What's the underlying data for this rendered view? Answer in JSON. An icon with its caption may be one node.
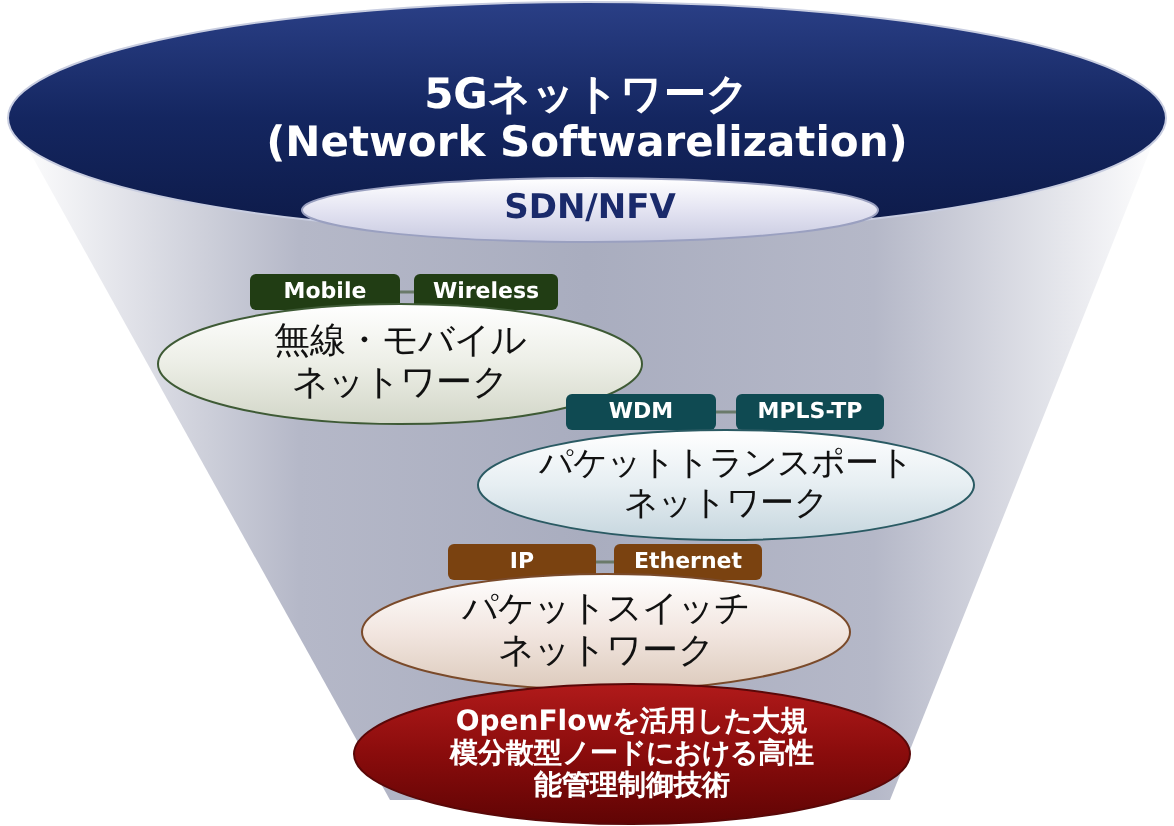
{
  "diagram": {
    "nodes": [
      {
        "text": [
          "5Gネットワーク",
          "(Network Softwarelization)"
        ]
      },
      {
        "text": [
          "SDN/NFV"
        ]
      },
      {
        "text": [
          "Mobile"
        ]
      },
      {
        "text": [
          "Wireless"
        ]
      },
      {
        "text": [
          "無線・モバイルネットワーク"
        ]
      },
      {
        "text": [
          "WDM"
        ]
      },
      {
        "text": [
          "MPLS-TP"
        ]
      },
      {
        "text": [
          "パケットトランスポートネットワーク"
        ]
      },
      {
        "text": [
          "IP"
        ]
      },
      {
        "text": [
          "Ethernet"
        ]
      },
      {
        "text": [
          "パケットスイッチネットワーク"
        ]
      },
      {
        "text": [
          "OpenFlowを活用した大規模分散型ノードにおける高性能管理制御技術"
        ]
      }
    ],
    "edges": [
      {
        "from": 2,
        "to": 3,
        "arrow": "none"
      },
      {
        "from": 5,
        "to": 6,
        "arrow": "none"
      },
      {
        "from": 8,
        "to": 9,
        "arrow": "none"
      }
    ]
  }
}
